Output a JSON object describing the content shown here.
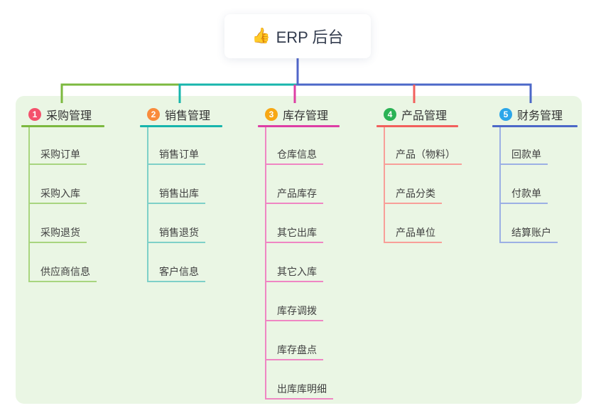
{
  "root": {
    "icon": "👍",
    "icon_name": "thumbs-up-icon",
    "label": "ERP 后台",
    "line_color": "#5166c9"
  },
  "panel": {
    "background": "#eaf6e4"
  },
  "branches": [
    {
      "num": "1",
      "label": "采购管理",
      "badge_color": "#f4516c",
      "line_color": "#7cb93f",
      "child_line_color": "#a8d57f",
      "items": [
        "采购订单",
        "采购入库",
        "采购退货",
        "供应商信息"
      ]
    },
    {
      "num": "2",
      "label": "销售管理",
      "badge_color": "#f98b3c",
      "line_color": "#17b5ac",
      "child_line_color": "#7ed0c8",
      "items": [
        "销售订单",
        "销售出库",
        "销售退货",
        "客户信息"
      ]
    },
    {
      "num": "3",
      "label": "库存管理",
      "badge_color": "#f7a714",
      "line_color": "#dd3fa5",
      "child_line_color": "#ef86c3",
      "items": [
        "仓库信息",
        "产品库存",
        "其它出库",
        "其它入库",
        "库存调拨",
        "库存盘点",
        "出库库明细"
      ]
    },
    {
      "num": "4",
      "label": "产品管理",
      "badge_color": "#2ab254",
      "line_color": "#f2605d",
      "child_line_color": "#f89f99",
      "items": [
        "产品（物料）",
        "产品分类",
        "产品单位"
      ]
    },
    {
      "num": "5",
      "label": "财务管理",
      "badge_color": "#2ba6e9",
      "line_color": "#4c68c8",
      "child_line_color": "#9cb0e4",
      "items": [
        "回款单",
        "付款单",
        "结算账户"
      ]
    }
  ]
}
